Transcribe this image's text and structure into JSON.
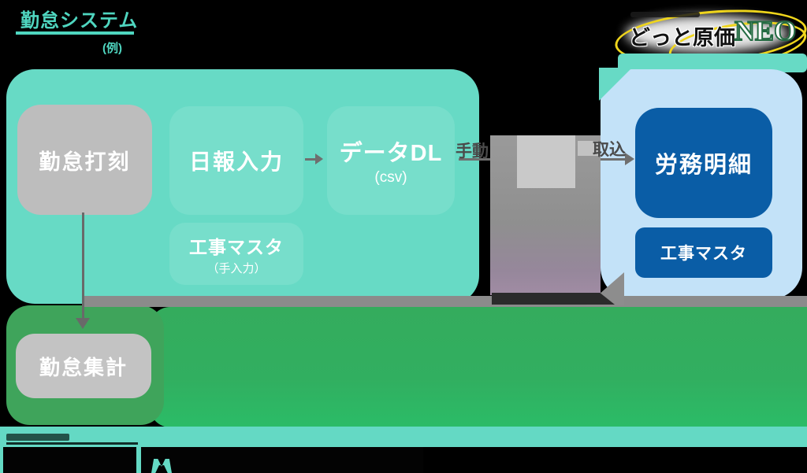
{
  "header": {
    "title": "勤怠システム",
    "subtitle": "(例)",
    "accent_color": "#4FD6C0"
  },
  "logo": {
    "brand": "どっと原価",
    "suffix": "NEO",
    "swoosh_color": "#EFD51C",
    "neo_outline_color": "#256B43"
  },
  "attendance_section": {
    "bg_color": "#67DAC5",
    "box_color": "#77DECB",
    "gray_box_color": "#BDBDBD",
    "punch_label": "勤怠打刻",
    "daily_report_label": "日報入力",
    "data_dl_label": "データDL",
    "data_dl_sub": "(csv)",
    "construction_master_label": "工事マスタ",
    "construction_master_sub": "（手入力）"
  },
  "transfer": {
    "manual_label": "手動",
    "import_label": "取込",
    "arrow_color": "#6f6f6f"
  },
  "neo_section": {
    "bg_color": "#C3E2F8",
    "box_color": "#0A5DA6",
    "labor_detail_label": "労務明細",
    "construction_master_label": "工事マスタ"
  },
  "summary_section": {
    "bg_color": "#3FA45B",
    "wide_bg_color": "#2BBC67",
    "gray_box_color": "#C3C3C3",
    "summary_label": "勤怠集計"
  }
}
